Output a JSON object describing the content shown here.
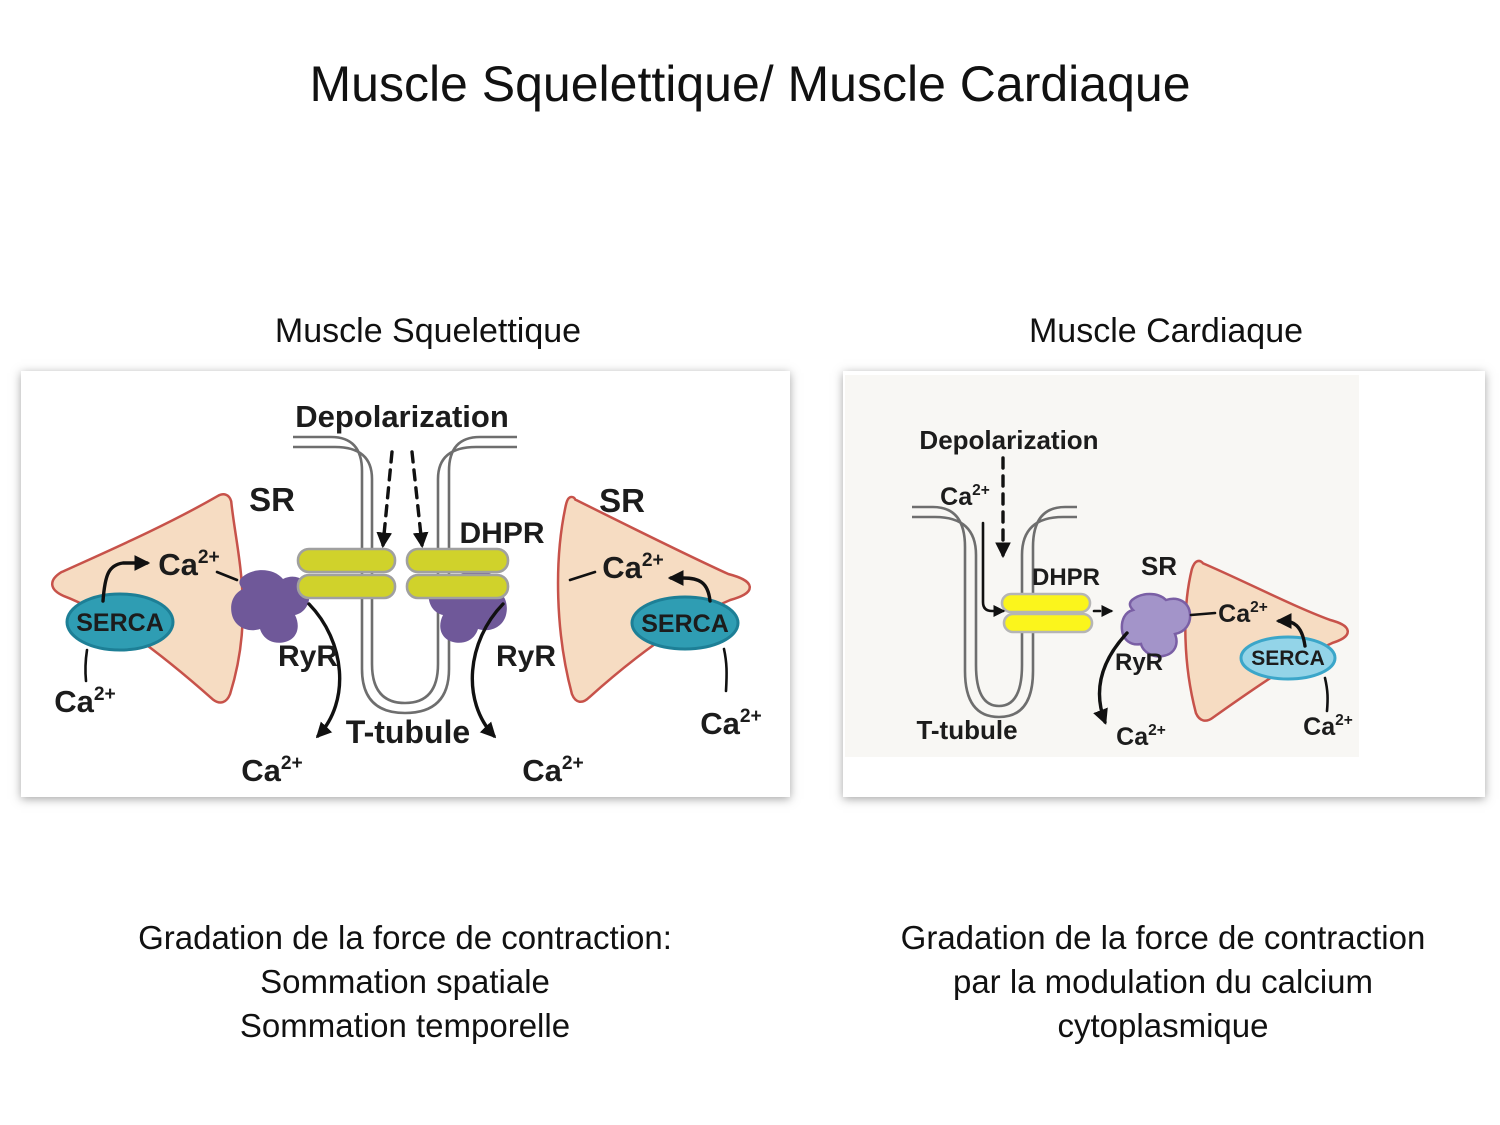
{
  "title": "Muscle Squelettique/ Muscle Cardiaque",
  "ion": {
    "base": "Ca",
    "sup": "2+"
  },
  "left_panel": {
    "heading": "Muscle Squelettique",
    "caption": [
      "Gradation de la force de contraction:",
      "Sommation spatiale",
      "Sommation temporelle"
    ],
    "labels": {
      "depolarization": "Depolarization",
      "sr": "SR",
      "dhpr": "DHPR",
      "ryr": "RyR",
      "serca": "SERCA",
      "ttubule": "T-tubule"
    }
  },
  "right_panel": {
    "heading": "Muscle Cardiaque",
    "caption": [
      "Gradation de la force de contraction",
      "par la modulation du calcium",
      "cytoplasmique"
    ],
    "labels": {
      "depolarization": "Depolarization",
      "sr": "SR",
      "dhpr": "DHPR",
      "ryr": "RyR",
      "serca": "SERCA",
      "ttubule": "T-tubule"
    }
  },
  "colors": {
    "sr_fill": "#f6dcc2",
    "sr_border": "#c7524a",
    "serca_skeletal_fill": "#2f9db3",
    "serca_skeletal_border": "#1d7f96",
    "serca_cardiac_fill": "#93d4e8",
    "serca_cardiac_border": "#3ba6c9",
    "ryr_skeletal": "#6f5899",
    "ryr_cardiac_fill": "#a394c9",
    "ryr_cardiac_border": "#7a5fa5",
    "dhpr_skeletal": "#d0d22b",
    "dhpr_cardiac": "#fbf51c",
    "membrane_gray": "#6e6e6e",
    "ink": "#111111"
  }
}
